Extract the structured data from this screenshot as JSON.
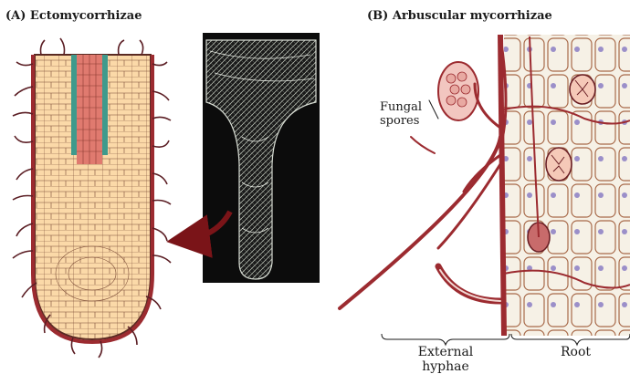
{
  "panel_a": {
    "title": "(A) Ectomycorrhizae"
  },
  "panel_b": {
    "title": "(B) Arbuscular mycorrhizae",
    "spores_label_line1": "Fungal",
    "spores_label_line2": "spores",
    "external_hyphae_line1": "External",
    "external_hyphae_line2": "hyphae",
    "root_label": "Root"
  },
  "colors": {
    "hypha": "#9c2b30",
    "cell_fill": "#fbd9a8",
    "cell_line": "#7a4a35",
    "vascular_red": "#e07a6f",
    "vascular_teal": "#3f9a8c",
    "root_cell_fill": "#f6f1e6",
    "nucleus": "#9b8fc9",
    "micrograph_bg": "#0c0c0c",
    "arrow": "#7a1418"
  }
}
